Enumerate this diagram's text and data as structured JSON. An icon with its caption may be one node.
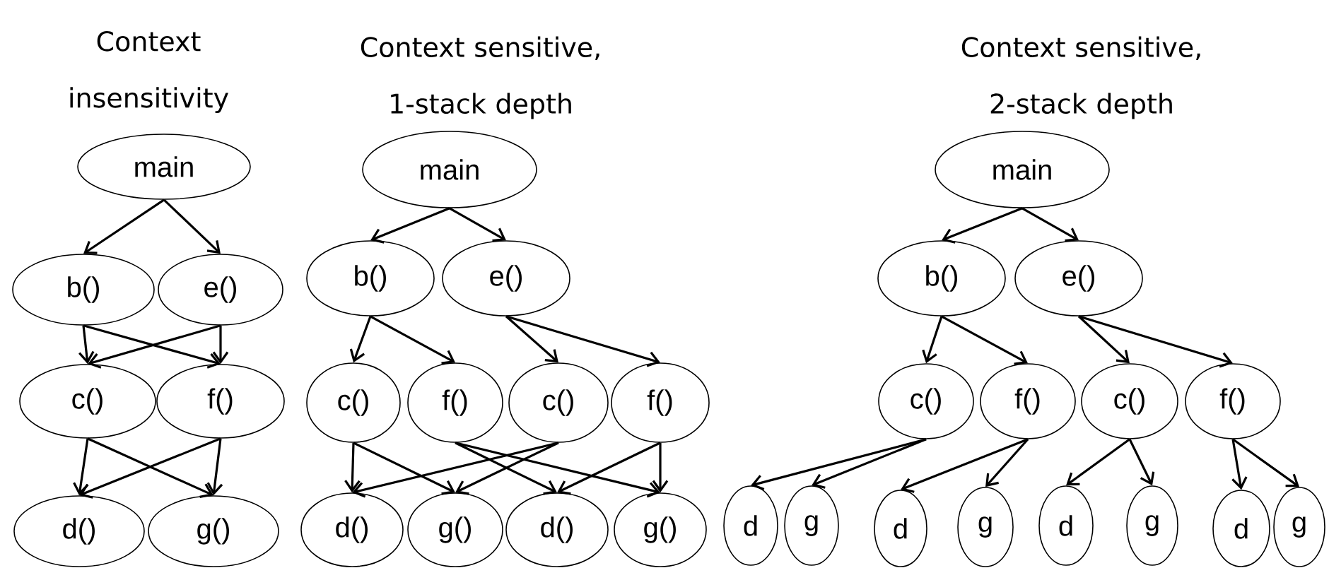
{
  "diagram": {
    "nodes": [
      {
        "text": [
          "main"
        ]
      },
      {
        "text": [
          "b()"
        ]
      },
      {
        "text": [
          "e()"
        ]
      },
      {
        "text": [
          "c()"
        ]
      },
      {
        "text": [
          "f()"
        ]
      },
      {
        "text": [
          "d()"
        ]
      },
      {
        "text": [
          "g()"
        ]
      },
      {
        "text": [
          "main"
        ]
      },
      {
        "text": [
          "b()"
        ]
      },
      {
        "text": [
          "e()"
        ]
      },
      {
        "text": [
          "c()"
        ]
      },
      {
        "text": [
          "f()"
        ]
      },
      {
        "text": [
          "c()"
        ]
      },
      {
        "text": [
          "f()"
        ]
      },
      {
        "text": [
          "d()"
        ]
      },
      {
        "text": [
          "g()"
        ]
      },
      {
        "text": [
          "d()"
        ]
      },
      {
        "text": [
          "g()"
        ]
      },
      {
        "text": [
          "main"
        ]
      },
      {
        "text": [
          "b()"
        ]
      },
      {
        "text": [
          "e()"
        ]
      },
      {
        "text": [
          "c()"
        ]
      },
      {
        "text": [
          "f()"
        ]
      },
      {
        "text": [
          "c()"
        ]
      },
      {
        "text": [
          "f()"
        ]
      },
      {
        "text": [
          "d"
        ]
      },
      {
        "text": [
          "g"
        ]
      },
      {
        "text": [
          "d"
        ]
      },
      {
        "text": [
          "g"
        ]
      },
      {
        "text": [
          "d"
        ]
      },
      {
        "text": [
          "g"
        ]
      },
      {
        "text": [
          "d"
        ]
      },
      {
        "text": [
          "g"
        ]
      }
    ],
    "edges": [
      {
        "from": 0,
        "to": 1,
        "arrow": "to"
      },
      {
        "from": 0,
        "to": 2,
        "arrow": "to"
      },
      {
        "from": 1,
        "to": 3,
        "arrow": "to"
      },
      {
        "from": 1,
        "to": 4,
        "arrow": "to"
      },
      {
        "from": 2,
        "to": 3,
        "arrow": "to"
      },
      {
        "from": 2,
        "to": 4,
        "arrow": "to"
      },
      {
        "from": 3,
        "to": 5,
        "arrow": "to"
      },
      {
        "from": 3,
        "to": 6,
        "arrow": "to"
      },
      {
        "from": 4,
        "to": 5,
        "arrow": "to"
      },
      {
        "from": 4,
        "to": 6,
        "arrow": "to"
      },
      {
        "from": 7,
        "to": 8,
        "arrow": "to"
      },
      {
        "from": 7,
        "to": 9,
        "arrow": "to"
      },
      {
        "from": 8,
        "to": 10,
        "arrow": "to"
      },
      {
        "from": 8,
        "to": 11,
        "arrow": "to"
      },
      {
        "from": 9,
        "to": 12,
        "arrow": "to"
      },
      {
        "from": 9,
        "to": 13,
        "arrow": "to"
      },
      {
        "from": 10,
        "to": 14,
        "arrow": "to"
      },
      {
        "from": 10,
        "to": 15,
        "arrow": "to"
      },
      {
        "from": 11,
        "to": 16,
        "arrow": "to"
      },
      {
        "from": 11,
        "to": 17,
        "arrow": "to"
      },
      {
        "from": 12,
        "to": 14,
        "arrow": "to"
      },
      {
        "from": 12,
        "to": 15,
        "arrow": "to"
      },
      {
        "from": 13,
        "to": 16,
        "arrow": "to"
      },
      {
        "from": 13,
        "to": 17,
        "arrow": "to"
      },
      {
        "from": 18,
        "to": 19,
        "arrow": "to"
      },
      {
        "from": 18,
        "to": 20,
        "arrow": "to"
      },
      {
        "from": 19,
        "to": 21,
        "arrow": "to"
      },
      {
        "from": 19,
        "to": 22,
        "arrow": "to"
      },
      {
        "from": 20,
        "to": 23,
        "arrow": "to"
      },
      {
        "from": 20,
        "to": 24,
        "arrow": "to"
      },
      {
        "from": 21,
        "to": 25,
        "arrow": "to"
      },
      {
        "from": 21,
        "to": 26,
        "arrow": "to"
      },
      {
        "from": 22,
        "to": 27,
        "arrow": "to"
      },
      {
        "from": 22,
        "to": 28,
        "arrow": "to"
      },
      {
        "from": 23,
        "to": 29,
        "arrow": "to"
      },
      {
        "from": 23,
        "to": 30,
        "arrow": "to"
      },
      {
        "from": 24,
        "to": 31,
        "arrow": "to"
      },
      {
        "from": 24,
        "to": 32,
        "arrow": "to"
      }
    ],
    "labels": [
      "Context insensitivity",
      "Context sensitive, 1-stack depth",
      "Context sensitive, 2-stack depth"
    ]
  }
}
